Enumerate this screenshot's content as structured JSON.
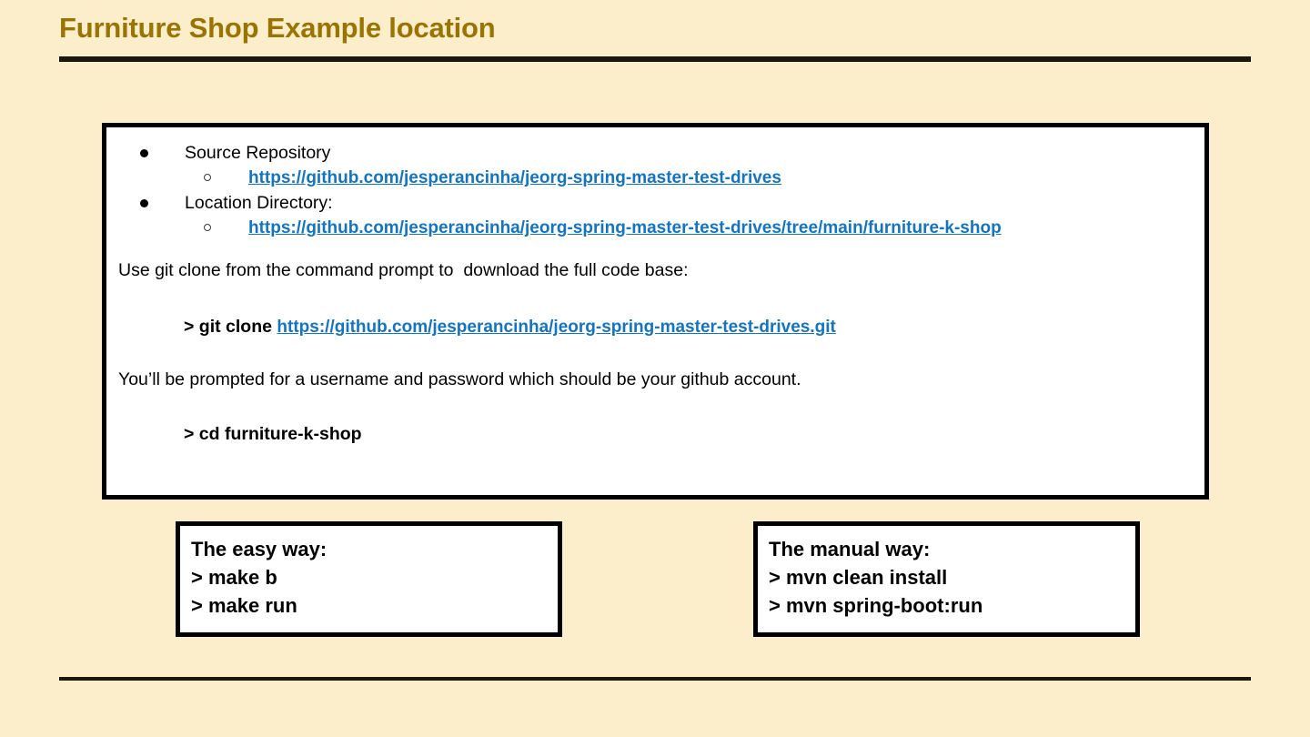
{
  "slide": {
    "title": "Furniture Shop Example location",
    "title_color": "#9a7400",
    "background_color": "#fceecb",
    "rule_color": "#1b1710",
    "link_color": "#1673bd"
  },
  "panel": {
    "bullets": [
      {
        "level": 1,
        "marker": "solid-disc",
        "label": "Source Repository"
      },
      {
        "level": 2,
        "marker": "hollow-circle",
        "link": "https://github.com/jesperancinha/jeorg-spring-master-test-drives"
      },
      {
        "level": 1,
        "marker": "solid-disc",
        "label": "Location Directory:"
      },
      {
        "level": 2,
        "marker": "hollow-circle",
        "link": "https://github.com/jesperancinha/jeorg-spring-master-test-drives/tree/main/furniture-k-shop"
      }
    ],
    "paragraph_1": "Use git clone from the command prompt to  download the full code base:",
    "command_1_prefix": "> git clone ",
    "command_1_link": "https://github.com/jesperancinha/jeorg-spring-master-test-drives.git",
    "paragraph_2": "You’ll be prompted for a username and password which should be your github account.",
    "command_2": "> cd furniture-k-shop"
  },
  "way_boxes": [
    {
      "name": "easy",
      "lines": [
        "The easy way:",
        "> make b",
        "> make run"
      ]
    },
    {
      "name": "manual",
      "lines": [
        "The manual way:",
        "> mvn clean install",
        "> mvn spring-boot:run"
      ]
    }
  ]
}
